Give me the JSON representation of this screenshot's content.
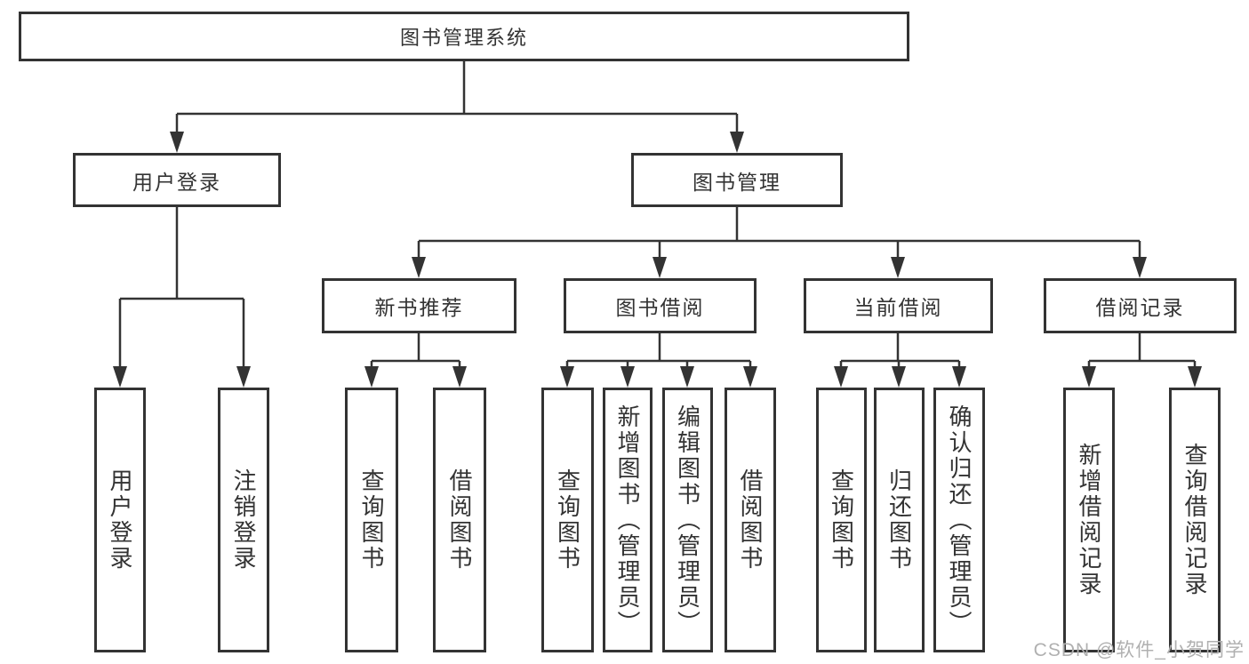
{
  "diagram_title": "图书管理系统",
  "root": {
    "label": "图书管理系统"
  },
  "branches": [
    {
      "label": "用户登录",
      "children": [
        {
          "label": "用户登录"
        },
        {
          "label": "注销登录"
        }
      ]
    },
    {
      "label": "图书管理",
      "children": [
        {
          "label": "新书推荐",
          "children": [
            {
              "label": "查询图书"
            },
            {
              "label": "借阅图书"
            }
          ]
        },
        {
          "label": "图书借阅",
          "children": [
            {
              "label": "查询图书"
            },
            {
              "label": "新增图书（管理员）"
            },
            {
              "label": "编辑图书（管理员）"
            },
            {
              "label": "借阅图书"
            }
          ]
        },
        {
          "label": "当前借阅",
          "children": [
            {
              "label": "查询图书"
            },
            {
              "label": "归还图书"
            },
            {
              "label": "确认归还（管理员）"
            }
          ]
        },
        {
          "label": "借阅记录",
          "children": [
            {
              "label": "新增借阅记录"
            },
            {
              "label": "查询借阅记录"
            }
          ]
        }
      ]
    }
  ],
  "watermark": {
    "text": "CSDN @软件_小贺同学"
  },
  "colors": {
    "line": "#333333",
    "box_border": "#333333",
    "text": "#333333",
    "watermark": "#b0b0b0",
    "background": "#ffffff"
  }
}
